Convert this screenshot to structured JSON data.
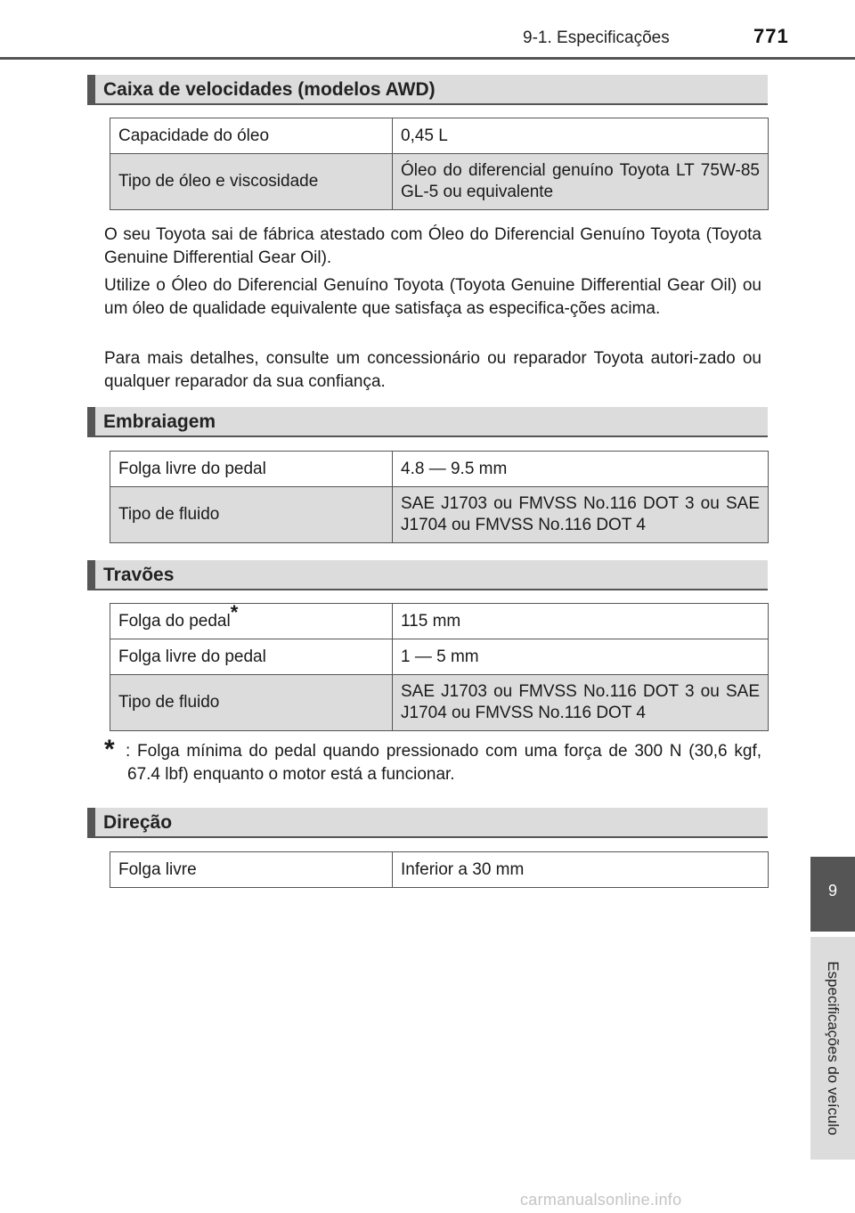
{
  "header": {
    "section": "9-1. Especificações",
    "page_number": "771"
  },
  "sections": {
    "transmission": {
      "title": "Caixa de velocidades (modelos AWD)",
      "rows": [
        {
          "label": "Capacidade do óleo",
          "value": "0,45 L"
        },
        {
          "label": "Tipo de óleo e viscosidade",
          "value": "Óleo do diferencial genuíno Toyota LT 75W-85 GL-5 ou equivalente"
        }
      ],
      "paragraphs": [
        "O seu Toyota sai de fábrica atestado com Óleo do Diferencial Genuíno Toyota (Toyota Genuine Differential Gear Oil).",
        "Utilize o Óleo do Diferencial Genuíno Toyota (Toyota Genuine Differential Gear Oil) ou um óleo de qualidade equivalente que satisfaça as especifica-ções acima.",
        "Para mais detalhes, consulte um concessionário ou reparador Toyota autori-zado ou qualquer reparador da sua confiança."
      ]
    },
    "clutch": {
      "title": "Embraiagem",
      "rows": [
        {
          "label": "Folga livre do pedal",
          "value": "4.8 — 9.5 mm"
        },
        {
          "label": "Tipo de fluido",
          "value": "SAE J1703 ou FMVSS No.116 DOT 3 ou SAE J1704 ou FMVSS No.116 DOT 4"
        }
      ]
    },
    "brakes": {
      "title": "Travões",
      "rows": [
        {
          "label": "Folga do pedal",
          "label_mark": "*",
          "value": "115 mm"
        },
        {
          "label": "Folga livre do pedal",
          "value": "1 — 5 mm"
        },
        {
          "label": "Tipo de fluido",
          "value": "SAE J1703 ou FMVSS No.116 DOT 3 ou SAE J1704 ou FMVSS No.116 DOT 4"
        }
      ],
      "footnote": {
        "mark": "*",
        "text": ": Folga mínima do pedal quando pressionado com uma força de 300 N (30,6 kgf, 67.4 lbf) enquanto o motor está a funcionar."
      }
    },
    "steering": {
      "title": "Direção",
      "rows": [
        {
          "label": "Folga livre",
          "value": "Inferior a 30 mm"
        }
      ]
    }
  },
  "side_tab": {
    "number": "9",
    "label": "Especificações do veículo"
  },
  "watermark": "carmanualsonline.info",
  "colors": {
    "accent_gray": "#555555",
    "band_gray": "#dcdcdc"
  }
}
